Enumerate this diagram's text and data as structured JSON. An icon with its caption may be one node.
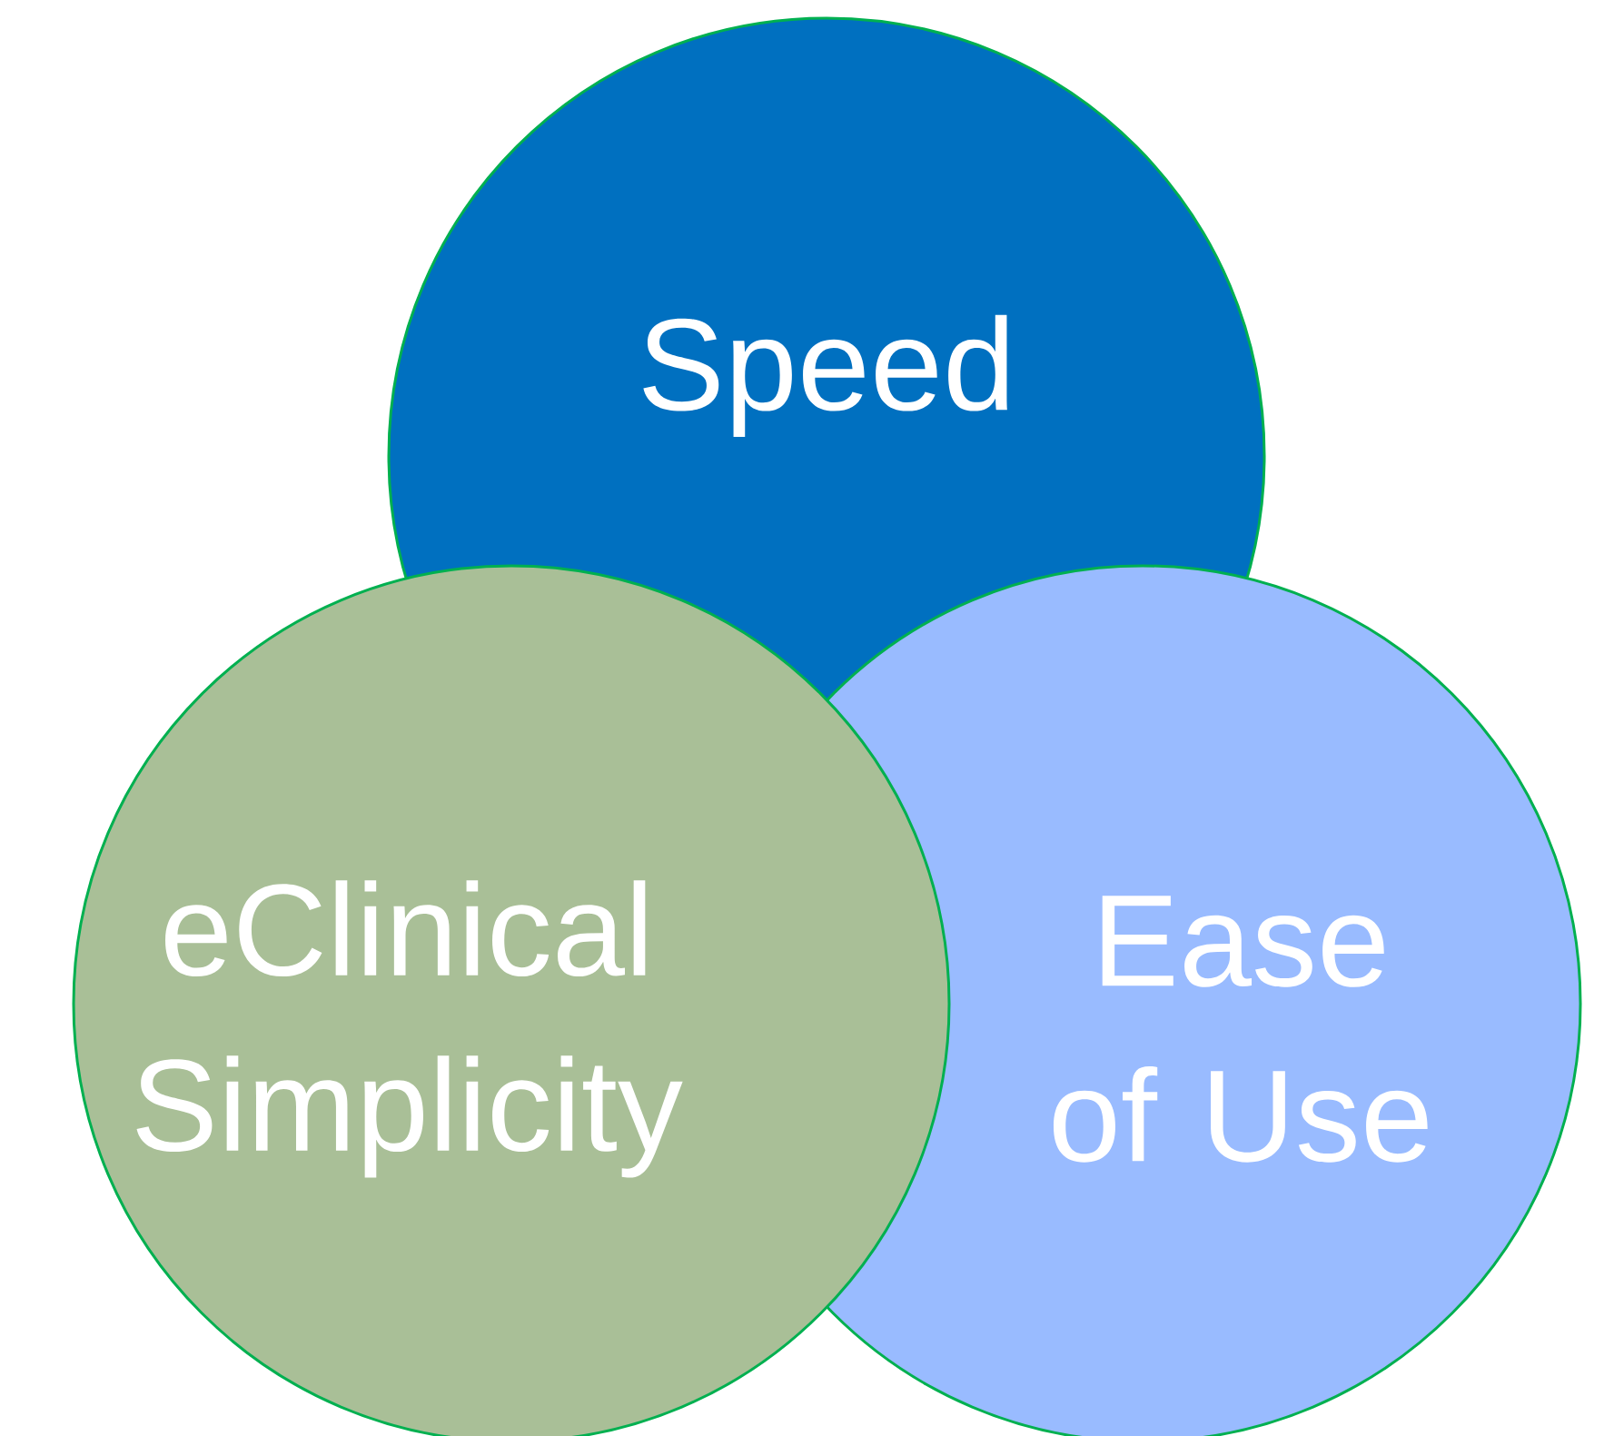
{
  "diagram": {
    "nodes": [
      {
        "text": [
          "Speed"
        ]
      },
      {
        "text": [
          "eClinical Simplicity"
        ]
      },
      {
        "text": [
          "Ease of Use"
        ]
      }
    ]
  }
}
